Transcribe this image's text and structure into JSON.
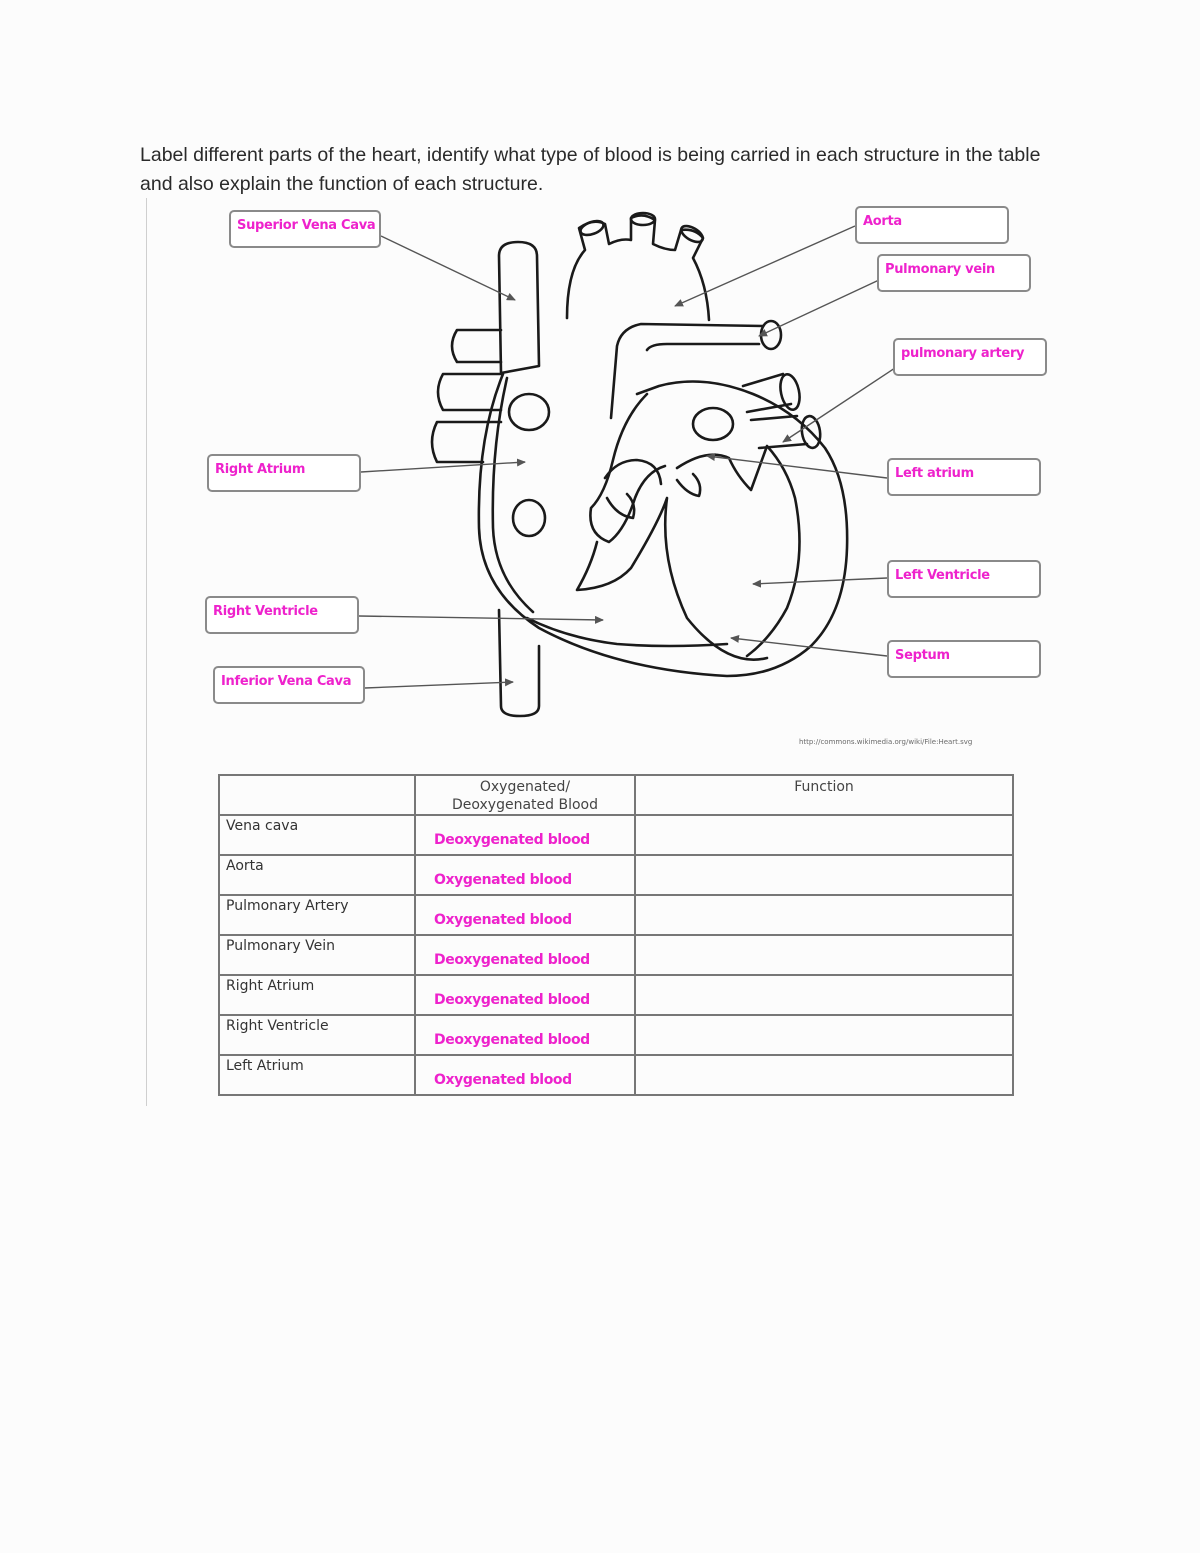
{
  "instructions": "Label different parts of the heart, identify what type of blood is being carried in each structure in the table and also explain the function of each structure.",
  "labels": {
    "superior_vena_cava": "Superior Vena Cava",
    "aorta": "Aorta",
    "pulmonary_vein": "Pulmonary vein",
    "pulmonary_artery": "pulmonary artery",
    "right_atrium": "Right Atrium",
    "left_atrium": "Left atrium",
    "left_ventricle": "Left Ventricle",
    "right_ventricle": "Right Ventricle",
    "inferior_vena_cava": "Inferior Vena Cava",
    "septum": "Septum"
  },
  "credit": "http://commons.wikimedia.org/wiki/File:Heart.svg",
  "table": {
    "headers": {
      "structure": "",
      "blood": "Oxygenated/ Deoxygenated Blood",
      "function": "Function"
    },
    "rows": [
      {
        "structure": "Vena cava",
        "blood": "Deoxygenated blood",
        "function": ""
      },
      {
        "structure": "Aorta",
        "blood": "Oxygenated blood",
        "function": ""
      },
      {
        "structure": "Pulmonary Artery",
        "blood": "Oxygenated blood",
        "function": ""
      },
      {
        "structure": "Pulmonary Vein",
        "blood": "Deoxygenated blood",
        "function": ""
      },
      {
        "structure": "Right Atrium",
        "blood": "Deoxygenated blood",
        "function": ""
      },
      {
        "structure": "Right Ventricle",
        "blood": "Deoxygenated blood",
        "function": ""
      },
      {
        "structure": "Left Atrium",
        "blood": "Oxygenated blood",
        "function": ""
      }
    ]
  },
  "colors": {
    "handwriting": "#ee22cc",
    "outline": "#1a1a1a",
    "box_border": "#8a8a8a"
  }
}
